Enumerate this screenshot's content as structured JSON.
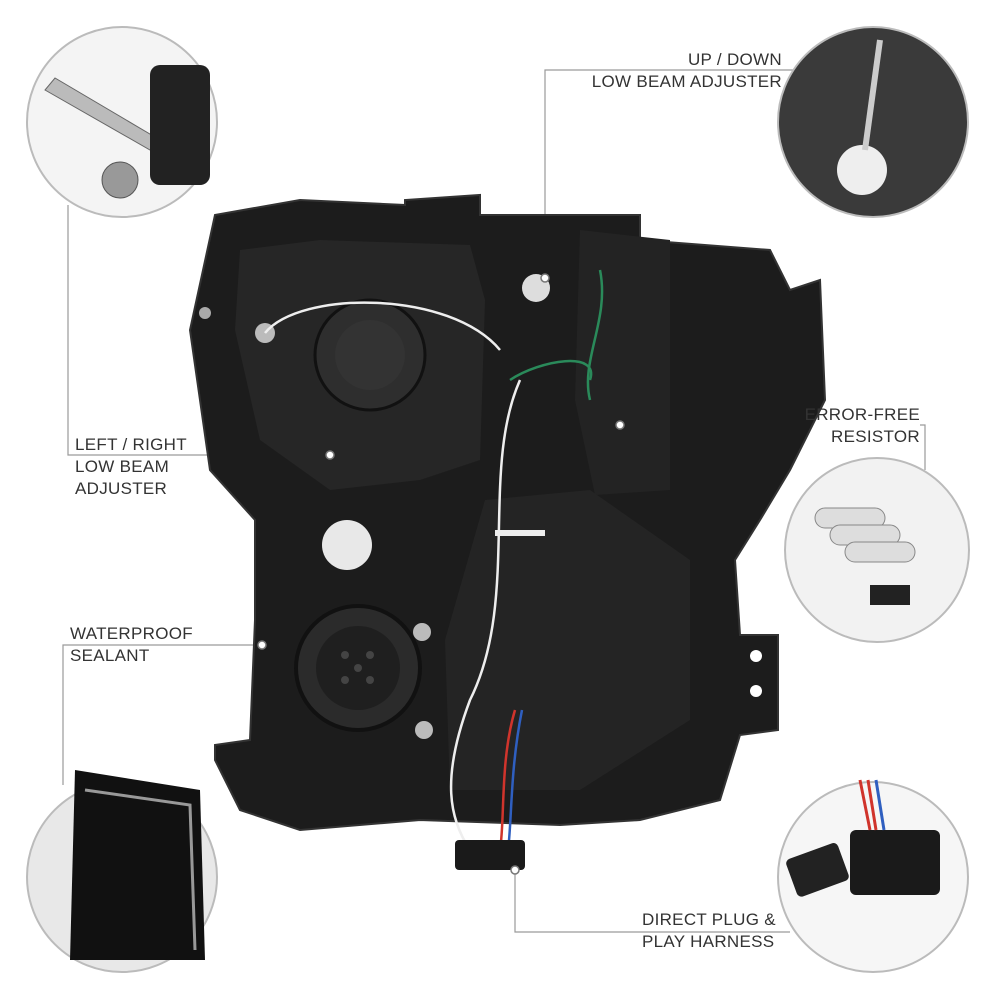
{
  "callouts": {
    "updown": {
      "line1": "UP / DOWN",
      "line2": "LOW BEAM ADJUSTER"
    },
    "leftright": {
      "line1": "LEFT / RIGHT",
      "line2": "LOW BEAM",
      "line3": "ADJUSTER"
    },
    "resistor": {
      "line1": "ERROR-FREE",
      "line2": "RESISTOR"
    },
    "sealant": {
      "line1": "WATERPROOF",
      "line2": "SEALANT"
    },
    "harness": {
      "line1": "DIRECT PLUG &",
      "line2": "PLAY HARNESS"
    }
  },
  "colors": {
    "housing": "#1c1c1c",
    "line": "#9a9a9a",
    "wire_red": "#d0342c",
    "wire_blue": "#2f5fc0",
    "wire_green": "#2a8a5a"
  }
}
